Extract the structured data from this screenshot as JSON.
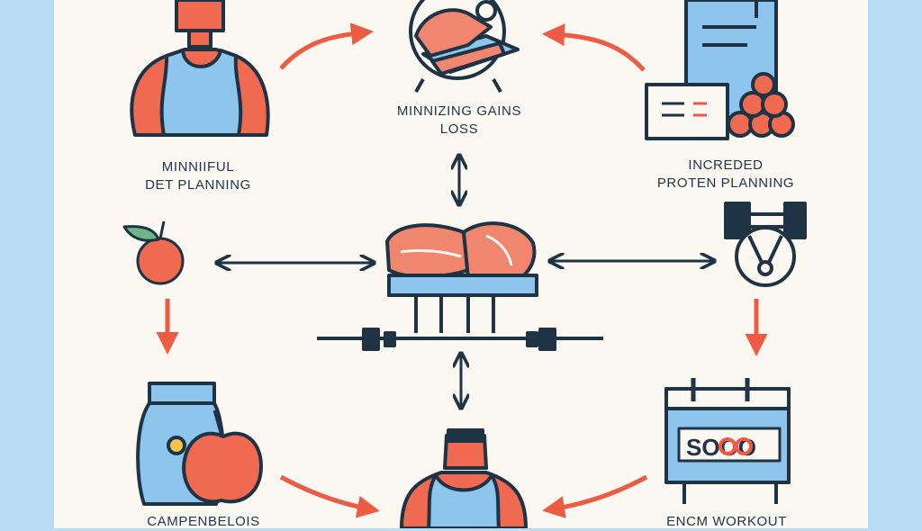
{
  "labels": {
    "top": [
      "MINNIZING GAINS",
      "LOSS"
    ],
    "left": [
      "MINNIIFUL",
      "DET PLANNING"
    ],
    "right": [
      "INCREDED",
      "PROTEN PLANNING"
    ],
    "bottom_left": "CAMPENBELOIS",
    "bottom_right": "ENCM WORKOUT",
    "calendar": "SOOO"
  },
  "colors": {
    "background": "#b9dcf2",
    "paper": "#fbf7f1",
    "ink": "#1e3344",
    "accent": "#ee5b45",
    "skin": "#ef6a50",
    "blue": "#8ec5ec",
    "meat": "#f08670"
  }
}
